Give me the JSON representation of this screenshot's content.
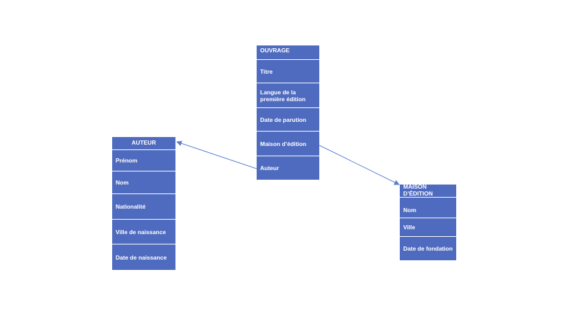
{
  "entities": {
    "ouvrage": {
      "header": "OUVRAGE",
      "fields": [
        "Titre",
        "Langue de la première édition",
        "Date de parution",
        "Maison d’édition",
        "Auteur"
      ]
    },
    "auteur": {
      "header": "AUTEUR",
      "fields": [
        "Prénom",
        "Nom",
        "Nationalité",
        "Ville de naissance",
        "Date de naissance"
      ]
    },
    "maison": {
      "header": "MAISON D’ÉDITION",
      "fields": [
        "Nom",
        "Ville",
        "Date de fondation"
      ]
    }
  },
  "colors": {
    "box_fill": "#4f6bbf",
    "text": "#ffffff",
    "connector": "#5b7fd1"
  }
}
